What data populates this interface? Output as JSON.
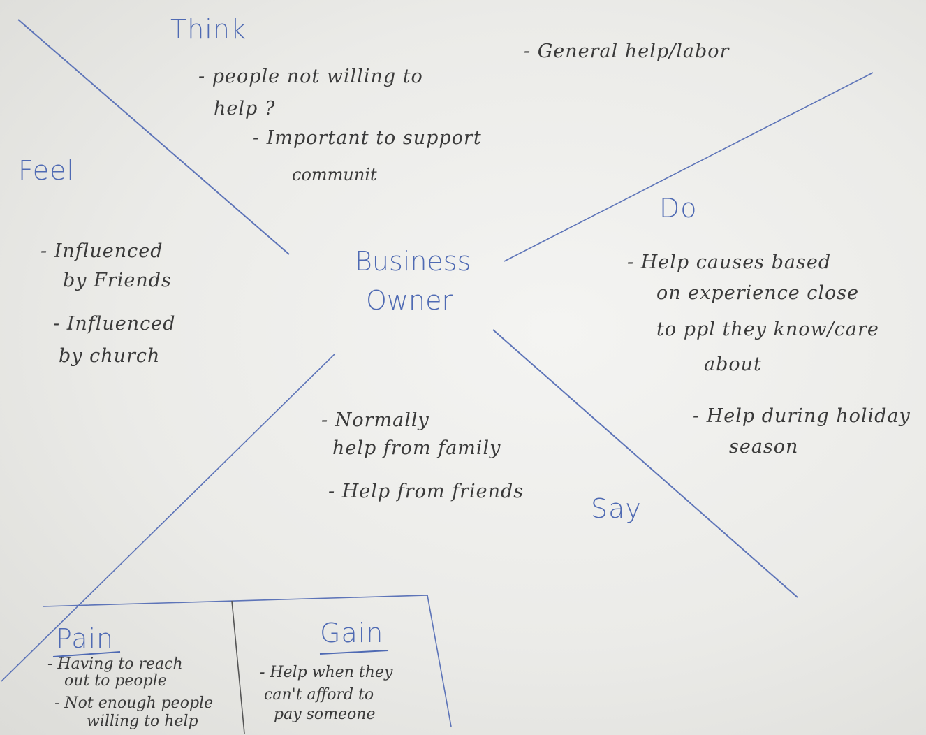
{
  "diagram": {
    "center": [
      "Business",
      "Owner"
    ],
    "quadrants": {
      "think": {
        "label": "Think",
        "items": [
          "- people not willing to",
          "help ?",
          "- Important to support",
          "communit"
        ]
      },
      "feel": {
        "label": "Feel",
        "items": [
          "- Influenced",
          "by Friends",
          "- Influenced",
          "by church"
        ]
      },
      "do": {
        "label": "Do",
        "items": [
          "- Help causes based",
          "on experience close",
          "to ppl they know/care",
          "about",
          "- Help during holiday",
          "season"
        ]
      },
      "say": {
        "label": "Say",
        "items": [
          "- Normally",
          "help from family",
          "- Help from friends"
        ]
      },
      "extra": "- General help/labor"
    },
    "pain": {
      "label": "Pain",
      "items": [
        "- Having to reach",
        "out to people",
        "- Not enough people",
        "willing to help"
      ]
    },
    "gain": {
      "label": "Gain",
      "items": [
        "- Help when they",
        "can't afford to",
        "pay someone"
      ]
    },
    "colors": {
      "ink_blue": "#4f6ab3",
      "pencil": "#3a3a3a",
      "paper": "#efefec"
    }
  }
}
